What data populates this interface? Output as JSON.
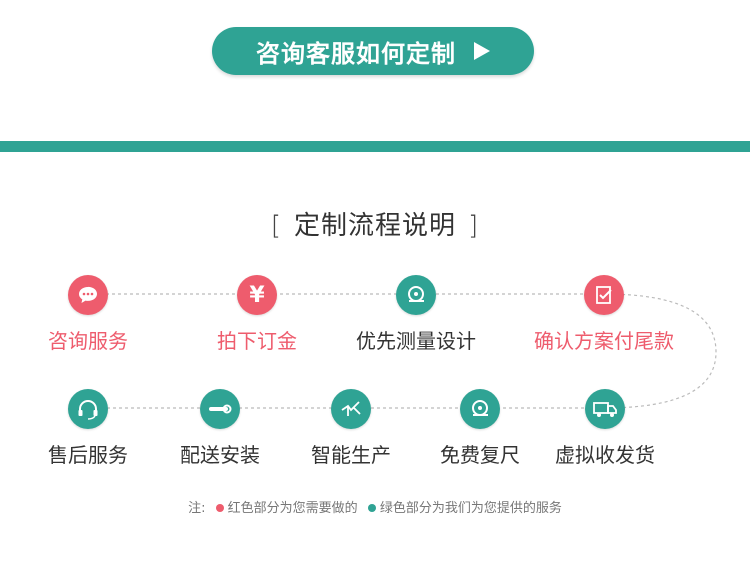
{
  "header": {
    "cta_label": "咨询客服如何定制"
  },
  "section": {
    "title": "定制流程说明",
    "left_bracket": "[",
    "right_bracket": "]"
  },
  "steps": [
    {
      "label": "咨询服务",
      "icon": "chat-bubble-icon",
      "color": "#ee5c6d"
    },
    {
      "label": "拍下订金",
      "icon": "yen-icon",
      "color": "#ee5c6d"
    },
    {
      "label": "优先测量设计",
      "icon": "tape-measure-icon",
      "color": "#2fa394"
    },
    {
      "label": "确认方案付尾款",
      "icon": "checklist-icon",
      "color": "#ee5c6d"
    },
    {
      "label": "虚拟收发货",
      "icon": "truck-icon",
      "color": "#2fa394"
    },
    {
      "label": "免费复尺",
      "icon": "tape-measure-icon",
      "color": "#2fa394"
    },
    {
      "label": "智能生产",
      "icon": "compass-icon",
      "color": "#2fa394"
    },
    {
      "label": "配送安装",
      "icon": "wrench-icon",
      "color": "#2fa394"
    },
    {
      "label": "售后服务",
      "icon": "headset-icon",
      "color": "#2fa394"
    }
  ],
  "note": {
    "prefix": "注:",
    "red_text": "红色部分为您需要做的",
    "green_text": "绿色部分为我们为您提供的服务"
  },
  "colors": {
    "accent_green": "#2fa394",
    "accent_red": "#ee5c6d"
  }
}
